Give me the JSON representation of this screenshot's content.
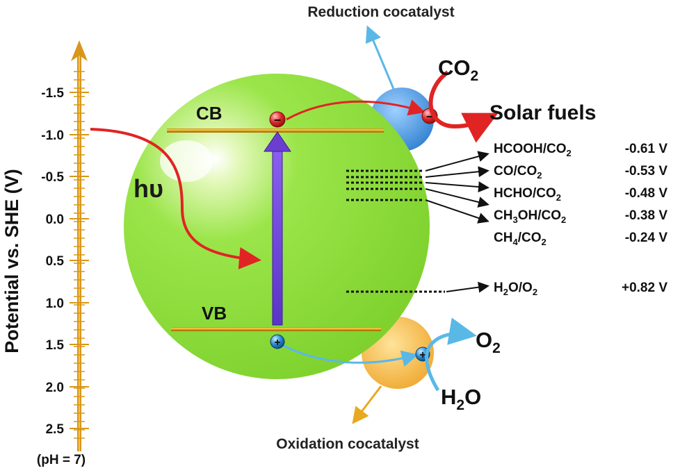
{
  "axis": {
    "title": "Potential vs. SHE (V)",
    "ticks": [
      "-1.5",
      "-1.0",
      "-0.5",
      "0.0",
      "0.5",
      "1.0",
      "1.5",
      "2.0",
      "2.5"
    ],
    "condition": "(pH = 7)"
  },
  "bands": {
    "cb": "CB",
    "vb": "VB"
  },
  "light": "hυ",
  "charges": {
    "electron": "−",
    "hole": "+"
  },
  "cocatalysts": {
    "reduction": "Reduction cocatalyst",
    "oxidation": "Oxidation cocatalyst"
  },
  "reduction_side": {
    "reactant": {
      "main": "CO",
      "sub": "2"
    },
    "product": "Solar fuels"
  },
  "oxidation_side": {
    "product": {
      "main": "O",
      "sub": "2"
    },
    "reactant": {
      "main": "H",
      "sub": "2",
      "tail": "O"
    }
  },
  "couples": [
    {
      "parts": [
        "HCOOH/CO",
        "2"
      ],
      "potential": "-0.61 V"
    },
    {
      "parts": [
        "CO/CO",
        "2"
      ],
      "potential": "-0.53 V"
    },
    {
      "parts": [
        "HCHO/CO",
        "2"
      ],
      "potential": "-0.48 V"
    },
    {
      "parts": [
        "CH",
        "3",
        "OH/CO",
        "2"
      ],
      "potential": "-0.38 V"
    },
    {
      "parts": [
        "CH",
        "4",
        "/CO",
        "2"
      ],
      "potential": "-0.24 V"
    },
    {
      "parts": [
        "H",
        "2",
        "O/O",
        "2"
      ],
      "potential": "+0.82 V"
    }
  ],
  "colors": {
    "semiconductor": "#8ee03a",
    "band_line": "#e6a817",
    "excitation_arrow": "#6a3fd0",
    "electron": "#d82020",
    "hole": "#2c8fd6",
    "reduction_cocatalyst": "#3a8fd8",
    "oxidation_cocatalyst": "#f2b43a",
    "axis": "#e0a020",
    "red_arrow": "#e02424",
    "blue_arrow": "#5ab8e6"
  }
}
